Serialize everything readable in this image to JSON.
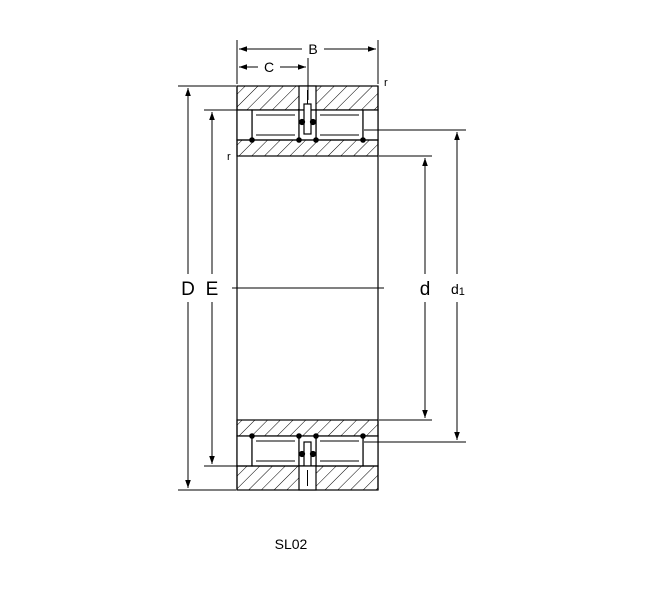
{
  "diagram": {
    "designation": "SL02",
    "labels": {
      "B": "B",
      "C": "C",
      "r_outer": "r",
      "r_inner": "r",
      "D": "D",
      "E": "E",
      "d": "d",
      "d1_main": "d",
      "d1_sub": "1"
    },
    "colors": {
      "line": "#000000",
      "background": "#ffffff"
    }
  }
}
